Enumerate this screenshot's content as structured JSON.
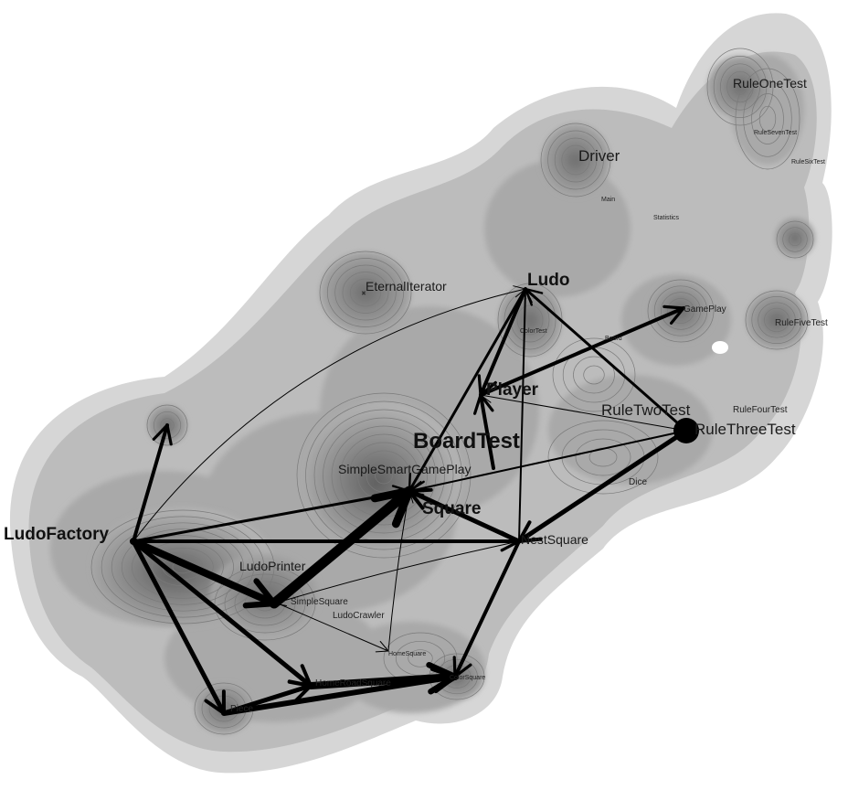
{
  "diagram": {
    "nodes": [
      {
        "id": "ludofactory",
        "label": "LudoFactory",
        "size": "b"
      },
      {
        "id": "eternaliterator",
        "label": "EternalIterator",
        "size": "m"
      },
      {
        "id": "ludo",
        "label": "Ludo",
        "size": "b"
      },
      {
        "id": "colortest",
        "label": "ColorTest",
        "size": "xs"
      },
      {
        "id": "board",
        "label": "Board",
        "size": "xs"
      },
      {
        "id": "gameplay",
        "label": "GamePlay",
        "size": "s"
      },
      {
        "id": "rulefivetest",
        "label": "RuleFiveTest",
        "size": "s"
      },
      {
        "id": "driver",
        "label": "Driver",
        "size": "l"
      },
      {
        "id": "main",
        "label": "Main",
        "size": "xs"
      },
      {
        "id": "statistics",
        "label": "Statistics",
        "size": "xs"
      },
      {
        "id": "ruleonetest",
        "label": "RuleOneTest",
        "size": "m"
      },
      {
        "id": "rulesevententest",
        "label": "RuleSevenTest",
        "size": "xs"
      },
      {
        "id": "rulesixtest",
        "label": "RuleSixTest",
        "size": "xs"
      },
      {
        "id": "player",
        "label": "Player",
        "size": "b"
      },
      {
        "id": "ruletwotest",
        "label": "RuleTwoTest",
        "size": "l"
      },
      {
        "id": "rulefourtest",
        "label": "RuleFourTest",
        "size": "s"
      },
      {
        "id": "rulethreetest",
        "label": "RuleThreeTest",
        "size": "l"
      },
      {
        "id": "boardtest",
        "label": "BoardTest",
        "size": "xl"
      },
      {
        "id": "simplesmartgameplay",
        "label": "SimpleSmartGamePlay",
        "size": "m"
      },
      {
        "id": "dice",
        "label": "Dice",
        "size": "s"
      },
      {
        "id": "square",
        "label": "Square",
        "size": "b"
      },
      {
        "id": "nestsquare",
        "label": "NestSquare",
        "size": "m"
      },
      {
        "id": "ludoprinter",
        "label": "LudoPrinter",
        "size": "m"
      },
      {
        "id": "simplesquare",
        "label": "SimpleSquare",
        "size": "s"
      },
      {
        "id": "ludocrawler",
        "label": "LudoCrawler",
        "size": "s"
      },
      {
        "id": "homesquare",
        "label": "HomeSquare",
        "size": "xs"
      },
      {
        "id": "homeroadsquare",
        "label": "HomeRoadSquare",
        "size": "s"
      },
      {
        "id": "colorsquare",
        "label": "ColorSquare",
        "size": "xs"
      },
      {
        "id": "piece",
        "label": "Piece",
        "size": "s"
      }
    ],
    "edges": [
      {
        "from": "ludofactory",
        "to": "unnamed-left",
        "weight": 4
      },
      {
        "from": "ludofactory",
        "to": "ludo",
        "weight": 1
      },
      {
        "from": "ludofactory",
        "to": "square",
        "weight": 3
      },
      {
        "from": "ludofactory",
        "to": "nestsquare",
        "weight": 4
      },
      {
        "from": "ludofactory",
        "to": "simplesquare",
        "weight": 8
      },
      {
        "from": "ludofactory",
        "to": "homeroadsquare",
        "weight": 5
      },
      {
        "from": "ludofactory",
        "to": "piece",
        "weight": 5
      },
      {
        "from": "ludofactory",
        "to": "homesquare",
        "weight": 1
      },
      {
        "from": "simplesquare",
        "to": "square",
        "weight": 11
      },
      {
        "from": "piece",
        "to": "homeroadsquare",
        "weight": 5
      },
      {
        "from": "piece",
        "to": "colorsquare",
        "weight": 6
      },
      {
        "from": "homeroadsquare",
        "to": "colorsquare",
        "weight": 8
      },
      {
        "from": "nestsquare",
        "to": "colorsquare",
        "weight": 4
      },
      {
        "from": "nestsquare",
        "to": "square",
        "weight": 5
      },
      {
        "from": "nestsquare",
        "to": "ludo",
        "weight": 2
      },
      {
        "from": "nestsquare",
        "to": "simplesquare",
        "weight": 1
      },
      {
        "from": "homesquare",
        "to": "square",
        "weight": 1
      },
      {
        "from": "ludo",
        "to": "player",
        "weight": 4
      },
      {
        "from": "ludo",
        "to": "square",
        "weight": 3
      },
      {
        "from": "rulethreetest",
        "to": "ludo",
        "weight": 3
      },
      {
        "from": "rulethreetest",
        "to": "player",
        "weight": 1
      },
      {
        "from": "rulethreetest",
        "to": "square",
        "weight": 2
      },
      {
        "from": "rulethreetest",
        "to": "nestsquare",
        "weight": 5
      },
      {
        "from": "player",
        "to": "gameplay",
        "weight": 4
      },
      {
        "from": "simplesmartgameplay",
        "to": "player",
        "weight": 4
      }
    ]
  }
}
